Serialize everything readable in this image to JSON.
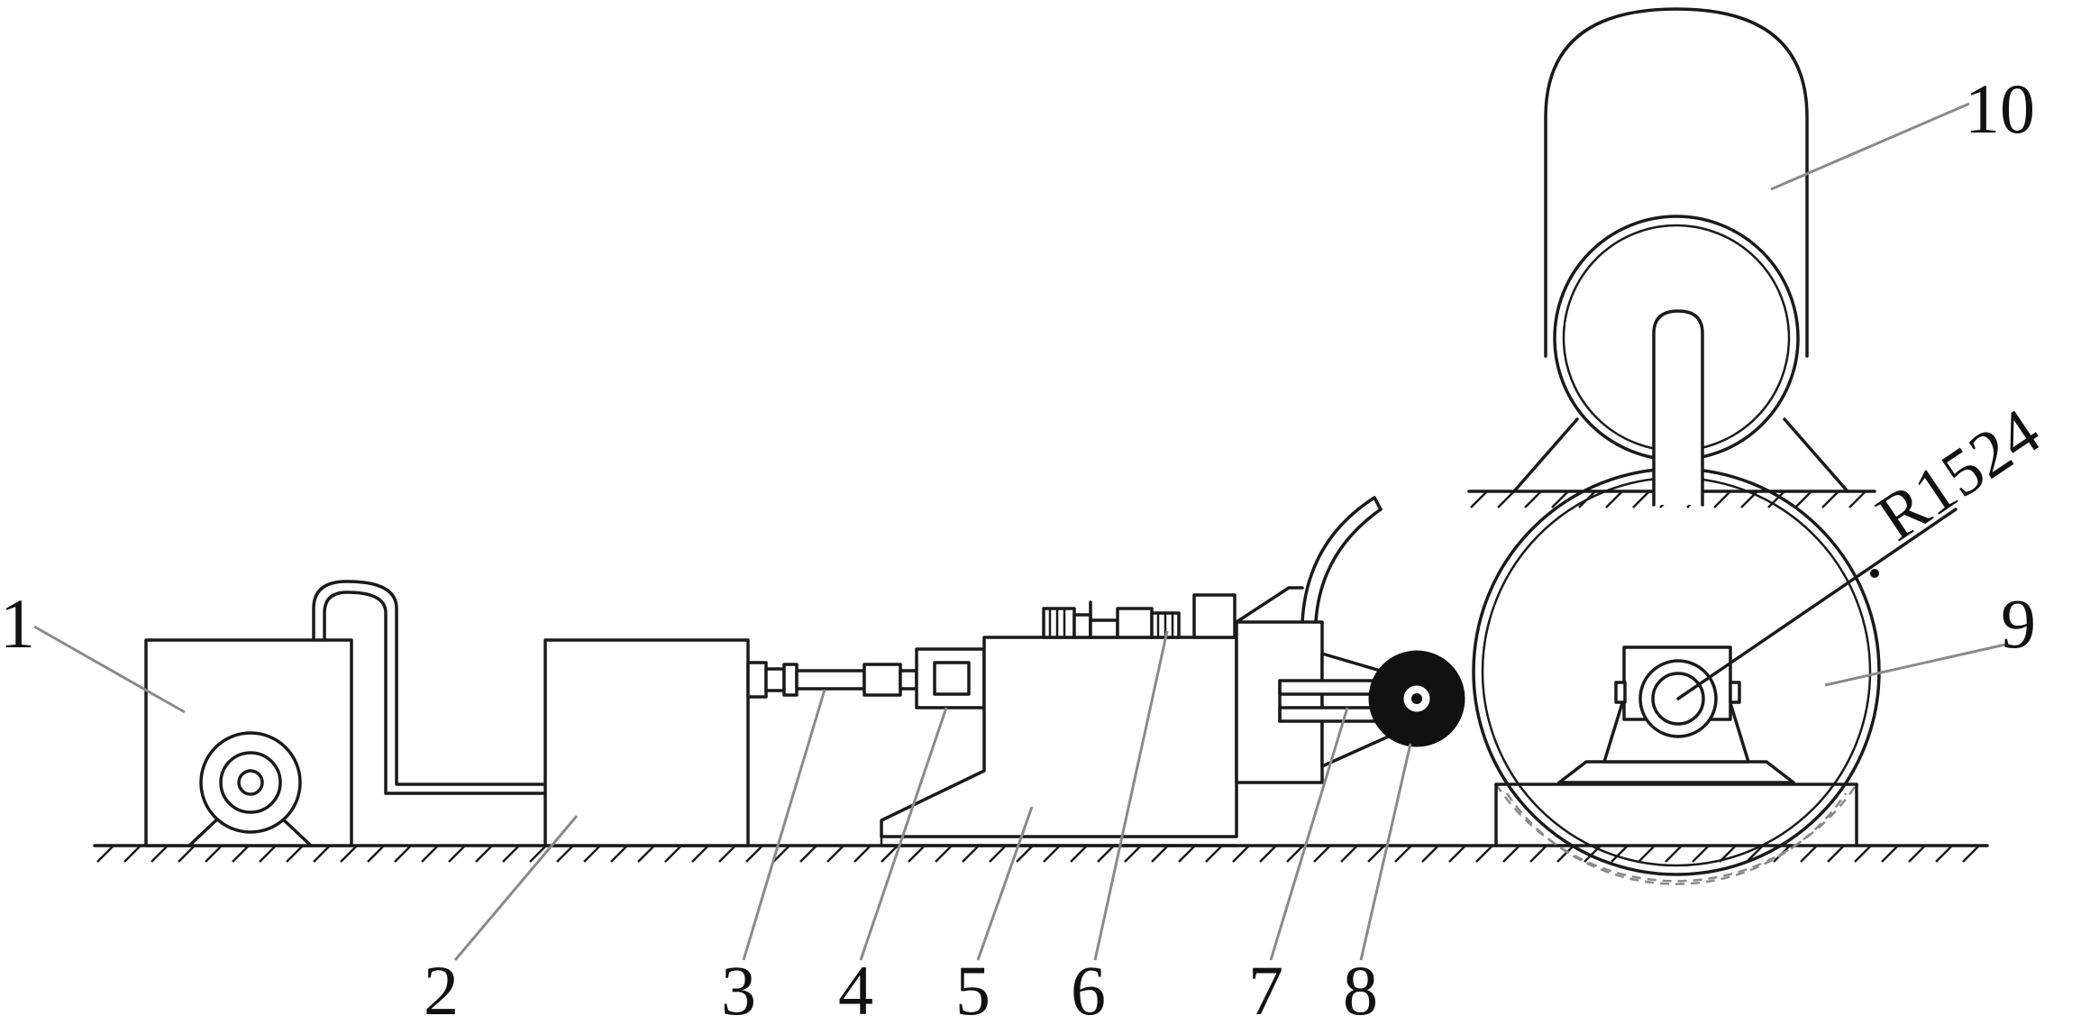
{
  "labels": {
    "l1": "1",
    "l2": "2",
    "l3": "3",
    "l4": "4",
    "l5": "5",
    "l6": "6",
    "l7": "7",
    "l8": "8",
    "l9": "9",
    "l10": "10"
  },
  "dimension": "R1524",
  "colors": {
    "line": "#1a1a1a",
    "leader": "#8a8a8a",
    "background": "#ffffff"
  }
}
